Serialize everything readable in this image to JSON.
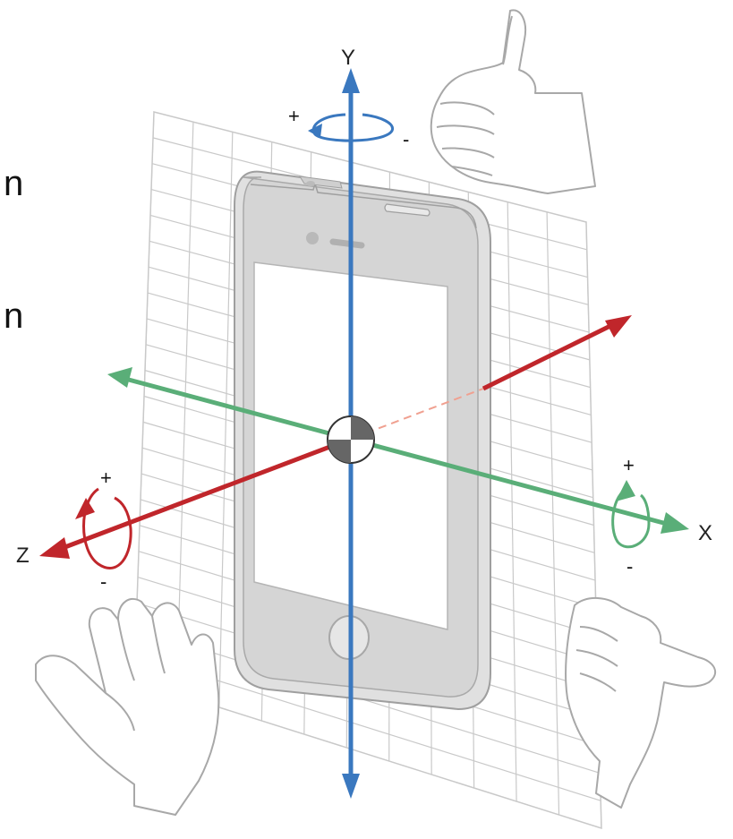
{
  "fragments": [
    "n",
    "n"
  ],
  "axes": {
    "y": {
      "label": "Y",
      "color": "#3a78bf",
      "rotation_plus": "+",
      "rotation_minus": "-"
    },
    "x": {
      "label": "X",
      "color": "#5aae78",
      "rotation_plus": "+",
      "rotation_minus": "-"
    },
    "z": {
      "label": "Z",
      "color": "#c0262b",
      "rotation_plus": "+",
      "rotation_minus": "-"
    }
  },
  "colors": {
    "grid": "#c9c9c9",
    "device_body": "#d7d7d7",
    "device_outline": "#a9a9a9",
    "screen": "#ffffff",
    "hand_outline": "#a8a8a8"
  },
  "icons": [
    "device-icon",
    "thumbs-up-hand-icon",
    "left-hand-icon",
    "right-hand-icon"
  ]
}
